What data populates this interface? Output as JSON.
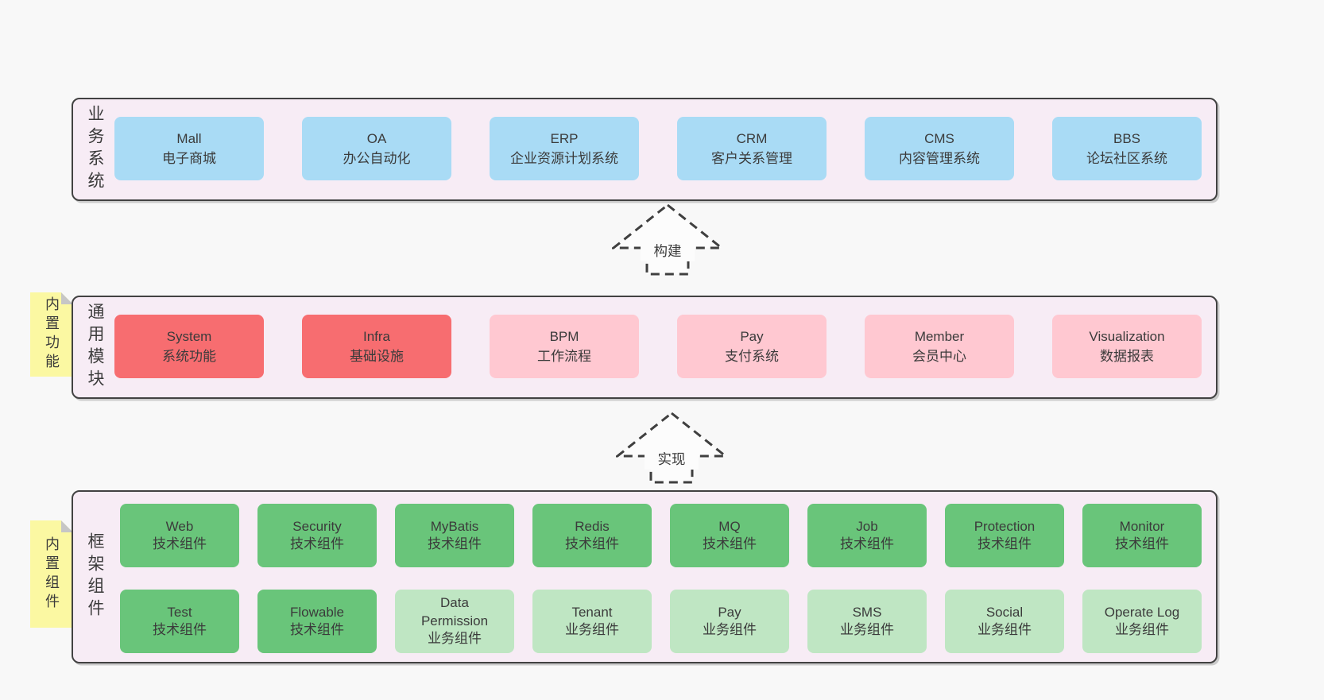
{
  "diagram": {
    "arrows": [
      {
        "label": "构建"
      },
      {
        "label": "实现"
      }
    ],
    "layers": {
      "business": {
        "label": "业务系统",
        "boxes": [
          {
            "name": "Mall",
            "desc": "电子商城"
          },
          {
            "name": "OA",
            "desc": "办公自动化"
          },
          {
            "name": "ERP",
            "desc": "企业资源计划系统"
          },
          {
            "name": "CRM",
            "desc": "客户关系管理"
          },
          {
            "name": "CMS",
            "desc": "内容管理系统"
          },
          {
            "name": "BBS",
            "desc": "论坛社区系统"
          }
        ]
      },
      "modules": {
        "label": "通用模块",
        "note": "内置功能",
        "boxes": [
          {
            "name": "System",
            "desc": "系统功能"
          },
          {
            "name": "Infra",
            "desc": "基础设施"
          },
          {
            "name": "BPM",
            "desc": "工作流程"
          },
          {
            "name": "Pay",
            "desc": "支付系统"
          },
          {
            "name": "Member",
            "desc": "会员中心"
          },
          {
            "name": "Visualization",
            "desc": "数据报表"
          }
        ]
      },
      "framework": {
        "label": "框架组件",
        "note": "内置组件",
        "row1": [
          {
            "name": "Web",
            "desc": "技术组件"
          },
          {
            "name": "Security",
            "desc": "技术组件"
          },
          {
            "name": "MyBatis",
            "desc": "技术组件"
          },
          {
            "name": "Redis",
            "desc": "技术组件"
          },
          {
            "name": "MQ",
            "desc": "技术组件"
          },
          {
            "name": "Job",
            "desc": "技术组件"
          },
          {
            "name": "Protection",
            "desc": "技术组件"
          },
          {
            "name": "Monitor",
            "desc": "技术组件"
          }
        ],
        "row2": [
          {
            "name": "Test",
            "desc": "技术组件"
          },
          {
            "name": "Flowable",
            "desc": "技术组件"
          },
          {
            "name": "Data Permission",
            "desc": "业务组件"
          },
          {
            "name": "Tenant",
            "desc": "业务组件"
          },
          {
            "name": "Pay",
            "desc": "业务组件"
          },
          {
            "name": "SMS",
            "desc": "业务组件"
          },
          {
            "name": "Social",
            "desc": "业务组件"
          },
          {
            "name": "Operate Log",
            "desc": "业务组件"
          }
        ]
      }
    },
    "colors": {
      "page_bg": "#f8f8f8",
      "container_bg": "#f7ecf5",
      "container_border": "#424242",
      "blue": "#a9dbf5",
      "red": "#f76d70",
      "pink": "#ffc8d1",
      "green": "#69c57a",
      "light_green": "#bfe6c3",
      "sticky_yellow": "#fbf8a2",
      "fold_gray": "#c6c6c6"
    }
  }
}
